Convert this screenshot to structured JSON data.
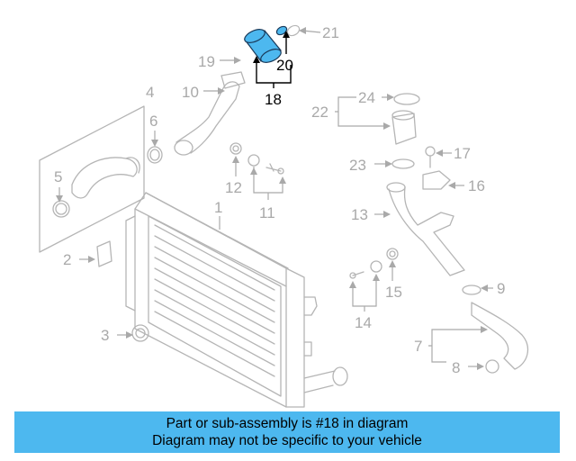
{
  "caption": {
    "line1": "Part or sub-assembly is #18 in diagram",
    "line2": "Diagram may not be specific to your vehicle",
    "bar_color": "#4db8ef"
  },
  "highlight": {
    "part_number": "18",
    "fill_color": "#4db8ef"
  },
  "callouts": {
    "n1": "1",
    "n2": "2",
    "n3": "3",
    "n4": "4",
    "n5": "5",
    "n6": "6",
    "n7": "7",
    "n8": "8",
    "n9": "9",
    "n10": "10",
    "n11": "11",
    "n12": "12",
    "n13": "13",
    "n14": "14",
    "n15": "15",
    "n16": "16",
    "n17": "17",
    "n18": "18",
    "n19": "19",
    "n20": "20",
    "n21": "21",
    "n22": "22",
    "n23": "23",
    "n24": "24"
  }
}
